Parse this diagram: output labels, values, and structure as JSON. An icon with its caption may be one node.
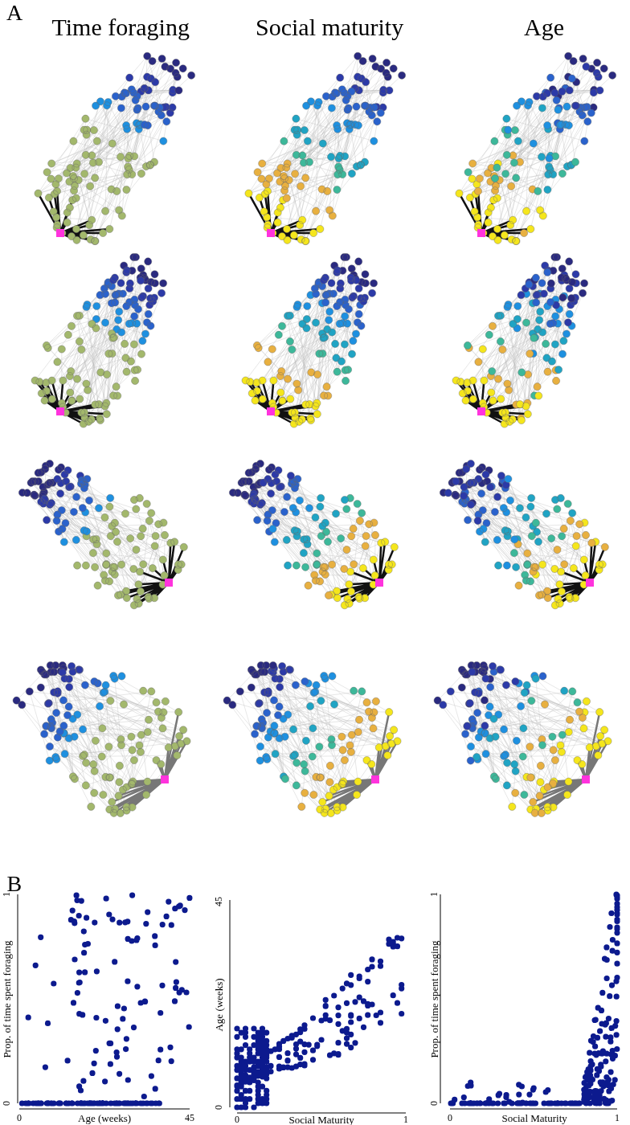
{
  "diagram": {
    "labels": [
      "A",
      "Time foraging",
      "Social maturity",
      "Age",
      "B",
      "1",
      "Prop. of time spent foraging",
      "0",
      "0",
      "Age (weeks)",
      "45",
      "45",
      "Age (weeks)",
      "0",
      "0",
      "Social Maturity",
      "1",
      "1",
      "Prop. of time spent foraging",
      "0",
      "0",
      "Social Maturity",
      "1"
    ]
  }
}
